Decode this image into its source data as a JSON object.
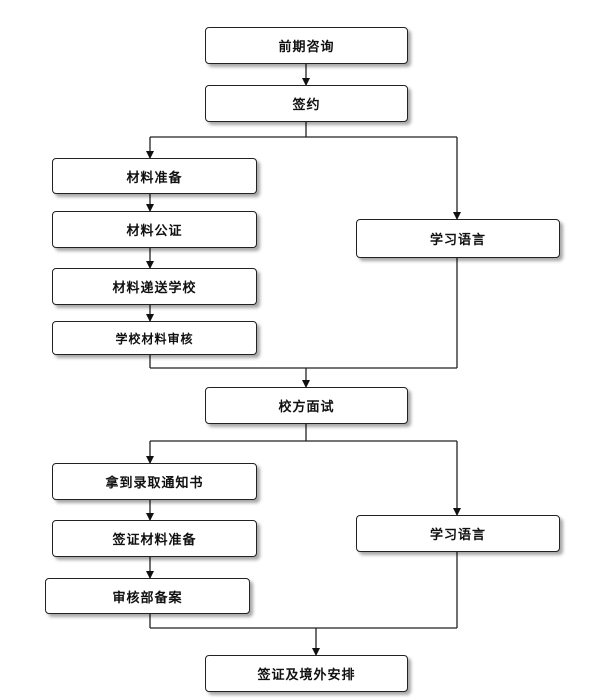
{
  "flowchart": {
    "nodes": {
      "consult": "前期咨询",
      "sign": "签约",
      "prep": "材料准备",
      "notarize": "材料公证",
      "send": "材料递送学校",
      "review": "学校材料审核",
      "lang1": "学习语言",
      "interview": "校方面试",
      "offer": "拿到录取通知书",
      "visa_prep": "签证材料准备",
      "filing": "审核部备案",
      "lang2": "学习语言",
      "final": "签证及境外安排"
    },
    "edges": [
      [
        "consult",
        "sign"
      ],
      [
        "sign",
        "prep"
      ],
      [
        "sign",
        "lang1"
      ],
      [
        "prep",
        "notarize"
      ],
      [
        "notarize",
        "send"
      ],
      [
        "send",
        "review"
      ],
      [
        "review",
        "interview"
      ],
      [
        "lang1",
        "interview"
      ],
      [
        "interview",
        "offer"
      ],
      [
        "interview",
        "lang2"
      ],
      [
        "offer",
        "visa_prep"
      ],
      [
        "visa_prep",
        "filing"
      ],
      [
        "filing",
        "final"
      ],
      [
        "lang2",
        "final"
      ]
    ]
  }
}
